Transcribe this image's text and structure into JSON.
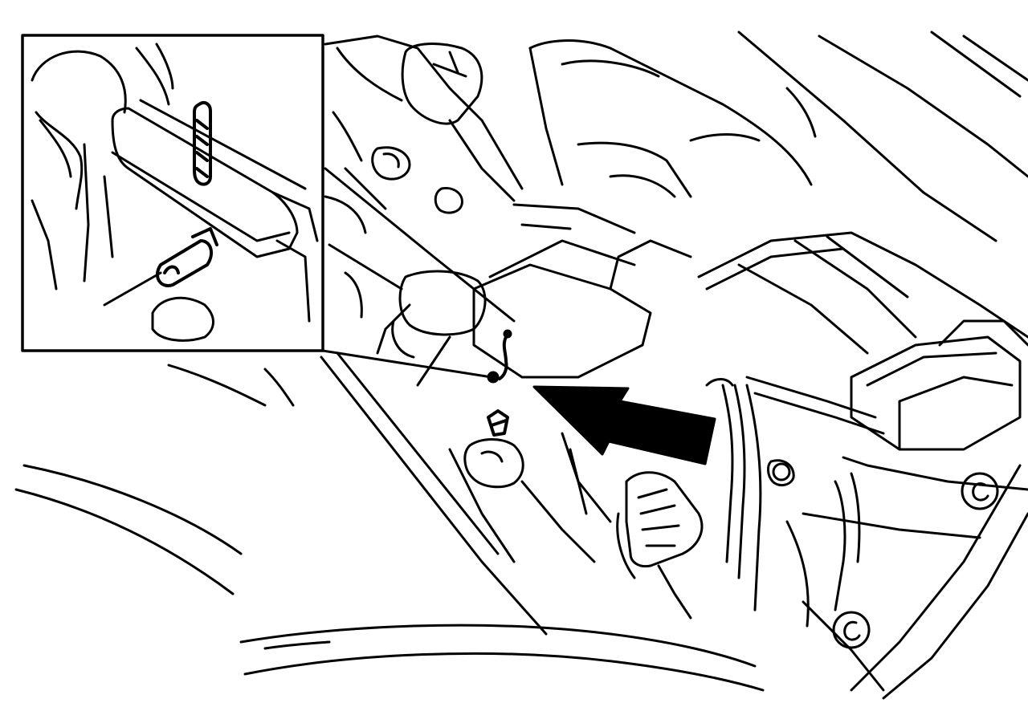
{
  "figure": {
    "description_visible_text": "",
    "colors": {
      "line": "#000000",
      "background": "#ffffff"
    },
    "icons": [
      "detail-inset",
      "leader-line",
      "direction-arrow",
      "wire-clip",
      "bolt-head"
    ]
  }
}
